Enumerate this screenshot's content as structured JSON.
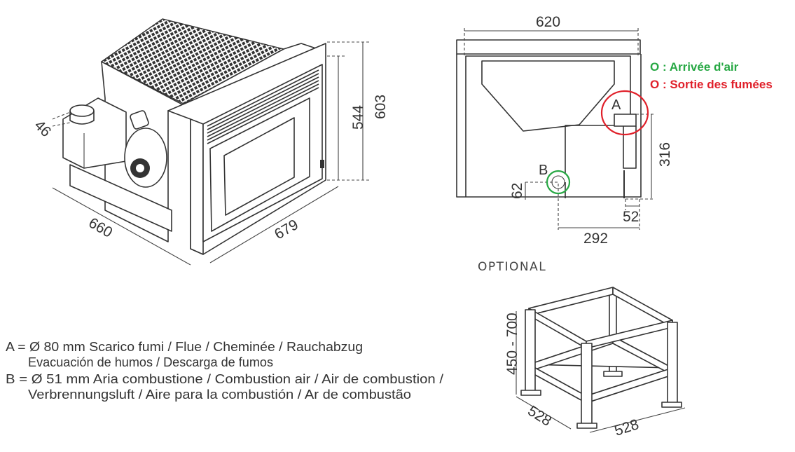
{
  "iso_view": {
    "dimensions": {
      "height_total": "603",
      "height_frame": "544",
      "depth": "660",
      "width": "679",
      "flue_offset": "46"
    }
  },
  "plan_view": {
    "dimensions": {
      "width": "620",
      "flue_height": "316",
      "air_height": "62",
      "side_offset": "52",
      "air_offset": "292"
    },
    "labels": {
      "a": "A",
      "b": "B"
    },
    "legend": {
      "air_inlet": "O : Arrivée d'air",
      "smoke_outlet": "O : Sortie des fumées"
    },
    "colors": {
      "air_inlet": "#27a844",
      "smoke_outlet": "#e0202a"
    }
  },
  "optional": {
    "title": "OPTIONAL",
    "dimensions": {
      "height": "450 - 700",
      "depth": "528",
      "width": "528"
    }
  },
  "description": {
    "line1": "A = Ø 80 mm  Scarico fumi / Flue / Cheminée / Rauchabzug",
    "line2": "Evacuación de humos / Descarga de fumos",
    "line3": "B = Ø 51 mm  Aria combustione / Combustion air / Air de combustion /",
    "line4": "Verbrennungsluft  / Aire para la combustión / Ar de combustão"
  }
}
